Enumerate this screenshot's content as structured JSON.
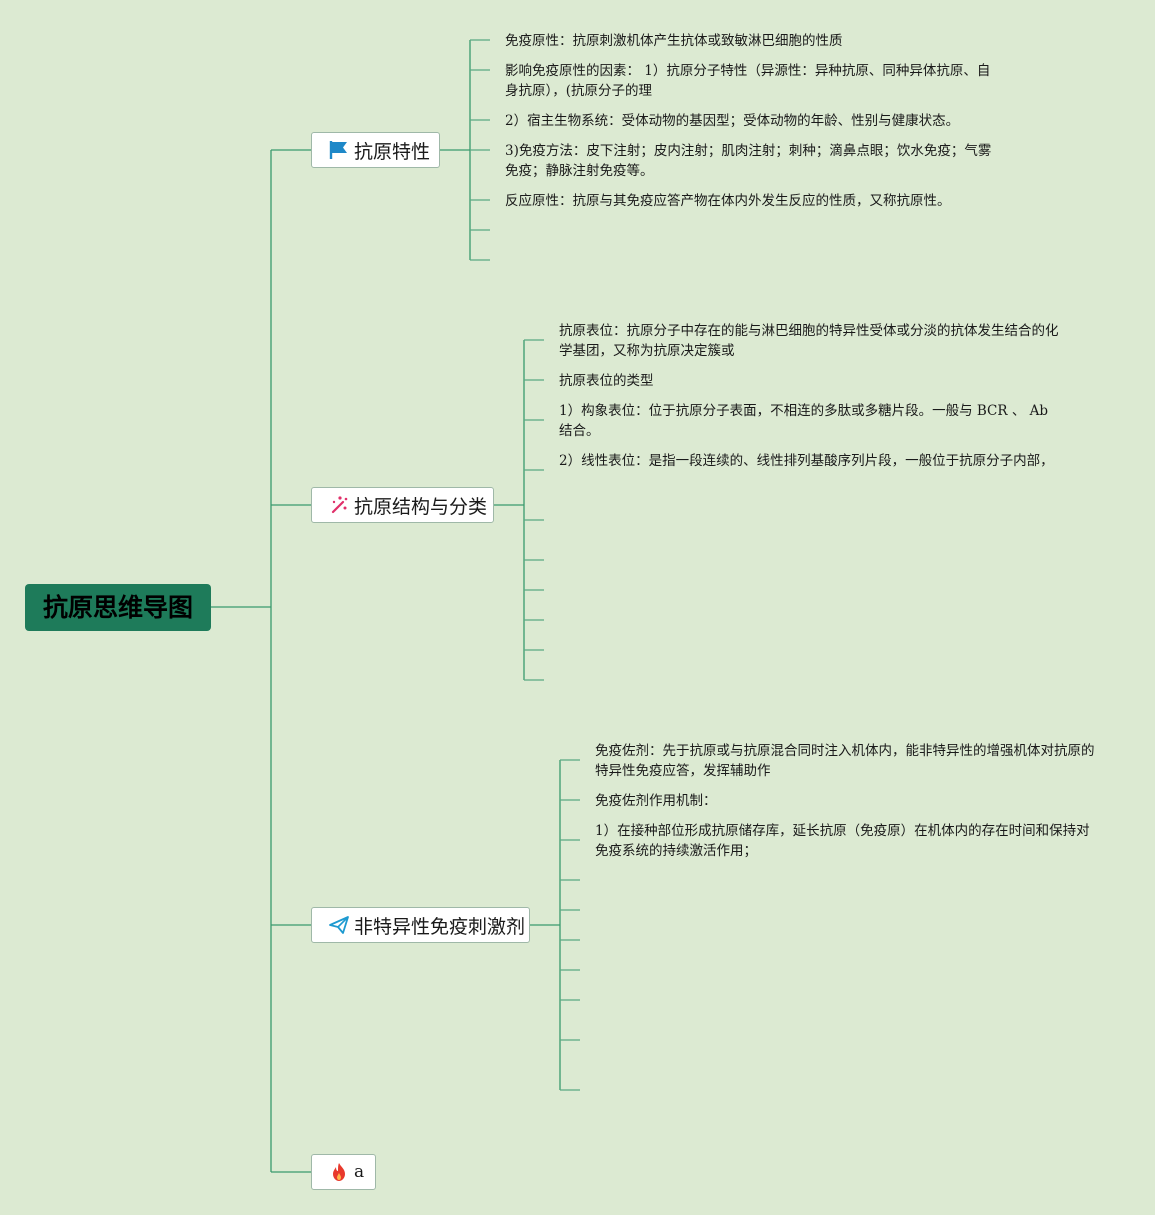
{
  "root": {
    "title": "抗原思维导图"
  },
  "branches": [
    {
      "label": "抗原特性",
      "icon": "flag-icon",
      "notes": [
        "免疫原性：抗原刺激机体产生抗体或致敏淋巴细胞的性质",
        "影响免疫原性的因素： 1）抗原分子特性（异源性：异种抗原、同种异体抗原、自身抗原），(抗原分子的理",
        "2）宿主生物系统：受体动物的基因型；受体动物的年龄、性别与健康状态。",
        "3)免疫方法：皮下注射；皮内注射；肌肉注射；刺种；滴鼻点眼；饮水免疫；气雾免疫；静脉注射免疫等。",
        "反应原性：抗原与其免疫应答产物在体内外发生反应的性质，又称抗原性。"
      ]
    },
    {
      "label": "抗原结构与分类",
      "icon": "magic-wand-icon",
      "notes": [
        "抗原表位：抗原分子中存在的能与淋巴细胞的特异性受体或分淡的抗体发生结合的化学基团，又称为抗原决定簇或",
        "抗原表位的类型",
        "1）构象表位：位于抗原分子表面，不相连的多肽或多糖片段。一般与 BCR 、 Ab 结合。",
        "2）线性表位：是指一段连续的、线性排列基酸序列片段，一般位于抗原分子内部，"
      ]
    },
    {
      "label": "非特异性免疫刺激剂",
      "icon": "paper-plane-icon",
      "notes": [
        "免疫佐剂：先于抗原或与抗原混合同时注入机体内，能非特异性的增强机体对抗原的特异性免疫应答，发挥辅助作",
        "免疫佐剂作用机制：",
        "1）在接种部位形成抗原储存库，延长抗原（免疫原）在机体内的存在时间和保持对免疫系统的持续激活作用；"
      ]
    },
    {
      "label": "a",
      "icon": "fire-icon",
      "notes": []
    }
  ],
  "colors": {
    "background": "#dcead2",
    "root_fill": "#1e7b5a",
    "connector": "#1e8a5e",
    "leaf_line": "#5aa982",
    "topic_border": "#9fb8a8"
  }
}
